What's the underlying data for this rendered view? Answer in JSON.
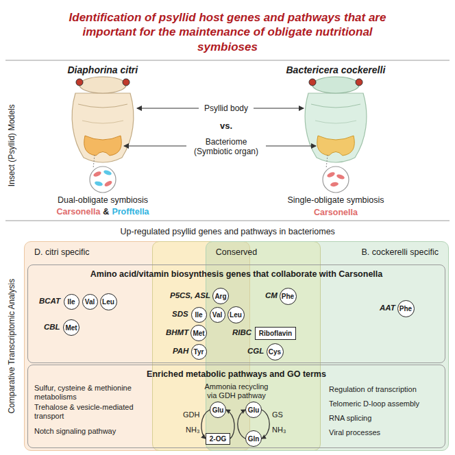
{
  "diagram": {
    "title": "Identification of psyllid host genes and pathways that are important for the maintenance of obligate nutritional symbioses",
    "nodes": [
      {
        "text": [
          "D. citri specific"
        ]
      },
      {
        "text": [
          "Conserved"
        ]
      },
      {
        "text": [
          "B. cockerelli specific"
        ]
      },
      {
        "text": [
          "Amino acid/vitamin biosynthesis genes that collaborate with Carsonella"
        ]
      },
      {
        "text": [
          "Ile"
        ],
        "in": 3
      },
      {
        "text": [
          "Val"
        ],
        "in": 3
      },
      {
        "text": [
          "Leu"
        ],
        "in": 3
      },
      {
        "text": [
          "Met"
        ],
        "in": 3
      },
      {
        "text": [
          "Arg"
        ],
        "in": 3
      },
      {
        "text": [
          "Phe"
        ],
        "in": 3
      },
      {
        "text": [
          "Ile"
        ],
        "in": 3
      },
      {
        "text": [
          "Val"
        ],
        "in": 3
      },
      {
        "text": [
          "Leu"
        ],
        "in": 3
      },
      {
        "text": [
          "Met"
        ],
        "in": 3
      },
      {
        "text": [
          "Riboflavin"
        ],
        "in": 3
      },
      {
        "text": [
          "Tyr"
        ],
        "in": 3
      },
      {
        "text": [
          "Cys"
        ],
        "in": 3
      },
      {
        "text": [
          "Phe"
        ],
        "in": 3
      },
      {
        "text": [
          "Enriched metabolic pathways and GO terms"
        ]
      },
      {
        "text": [
          "Glu"
        ],
        "in": 18
      },
      {
        "text": [
          "Glu"
        ],
        "in": 18
      },
      {
        "text": [
          "2-OG"
        ],
        "in": 18
      },
      {
        "text": [
          "Gln"
        ],
        "in": 18
      }
    ],
    "edges": [
      {
        "from": 19,
        "to": 21,
        "arrow": "to"
      },
      {
        "from": 21,
        "to": 19,
        "arrow": "to"
      },
      {
        "from": 20,
        "to": 22,
        "arrow": "to"
      },
      {
        "from": 22,
        "to": 20,
        "arrow": "to"
      }
    ],
    "labels": [
      "Insect (Psyllid) Models",
      "Diaphorina citri",
      "Bactericera cockerelli",
      "Psyllid body",
      "vs.",
      "Bacteriome (Symbiotic organ)",
      "Dual-obligate symbiosis",
      "Carsonella",
      "&",
      "Profftella",
      "Single-obligate symbiosis",
      "Carsonella",
      "Comparative Transcriptomic Analysis",
      "Up-regulated psyllid genes and pathways in bacteriomes",
      "BCAT",
      "CBL",
      "P5CS, ASL",
      "CM",
      "SDS",
      "BHMT",
      "RIBC",
      "PAH",
      "CGL",
      "AAT",
      "Sulfur, cysteine & methionine metabolisms",
      "Trehalose & vesicle-mediated transport",
      "Notch signaling pathway",
      "Ammonia recycling via GDH pathway",
      "GDH",
      "NH₃",
      "GS",
      "NH₃",
      "Regulation of transcription",
      "Telomeric D-loop assembly",
      "RNA splicing",
      "Viral processes"
    ]
  }
}
